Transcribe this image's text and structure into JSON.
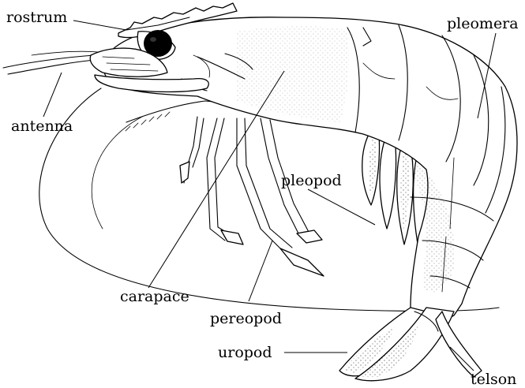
{
  "labels": {
    "rostrum": "rostrum",
    "antenna": "antenna",
    "pleomera": "pleomera",
    "pleopod": "pleopod",
    "carapace": "carapace",
    "pereopod": "pereopod",
    "uropod": "uropod",
    "telson": "telson"
  },
  "colors": {
    "ink": "#000000",
    "paper": "#ffffff"
  }
}
